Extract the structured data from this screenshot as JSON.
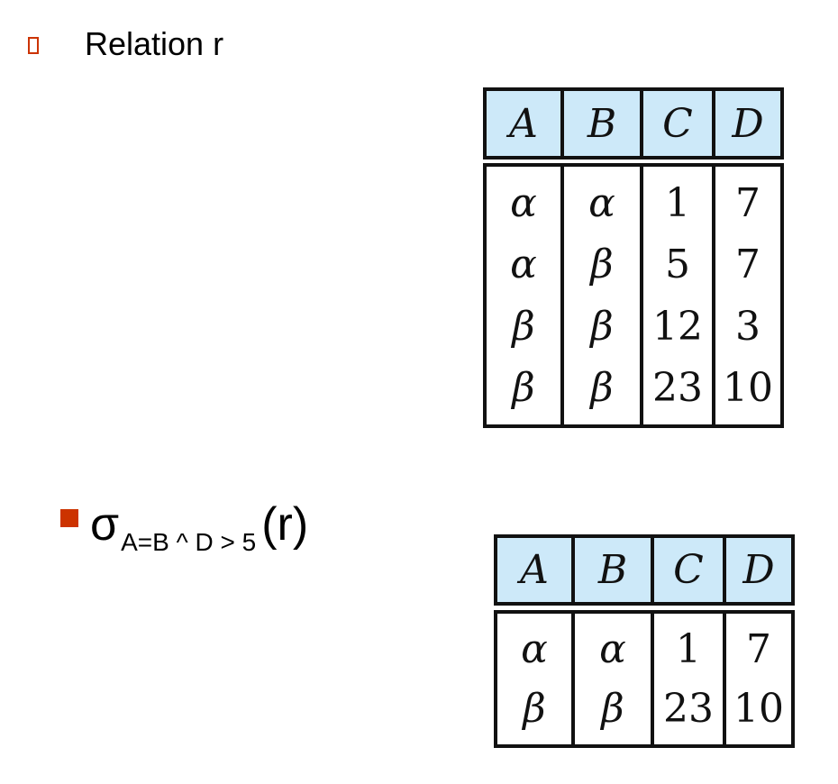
{
  "title": "Relation r",
  "relation": {
    "headers": [
      "A",
      "B",
      "C",
      "D"
    ],
    "rows": [
      [
        "α",
        "α",
        "1",
        "7"
      ],
      [
        "α",
        "β",
        "5",
        "7"
      ],
      [
        "β",
        "β",
        "12",
        "3"
      ],
      [
        "β",
        "β",
        "23",
        "10"
      ]
    ]
  },
  "query": {
    "operator": "σ",
    "predicate": "A=B ^ D > 5",
    "argument": "(r)"
  },
  "result": {
    "headers": [
      "A",
      "B",
      "C",
      "D"
    ],
    "rows": [
      [
        "α",
        "α",
        "1",
        "7"
      ],
      [
        "β",
        "β",
        "23",
        "10"
      ]
    ]
  },
  "colors": {
    "bullet": "#cc3300",
    "header_bg": "#cde9f9"
  }
}
